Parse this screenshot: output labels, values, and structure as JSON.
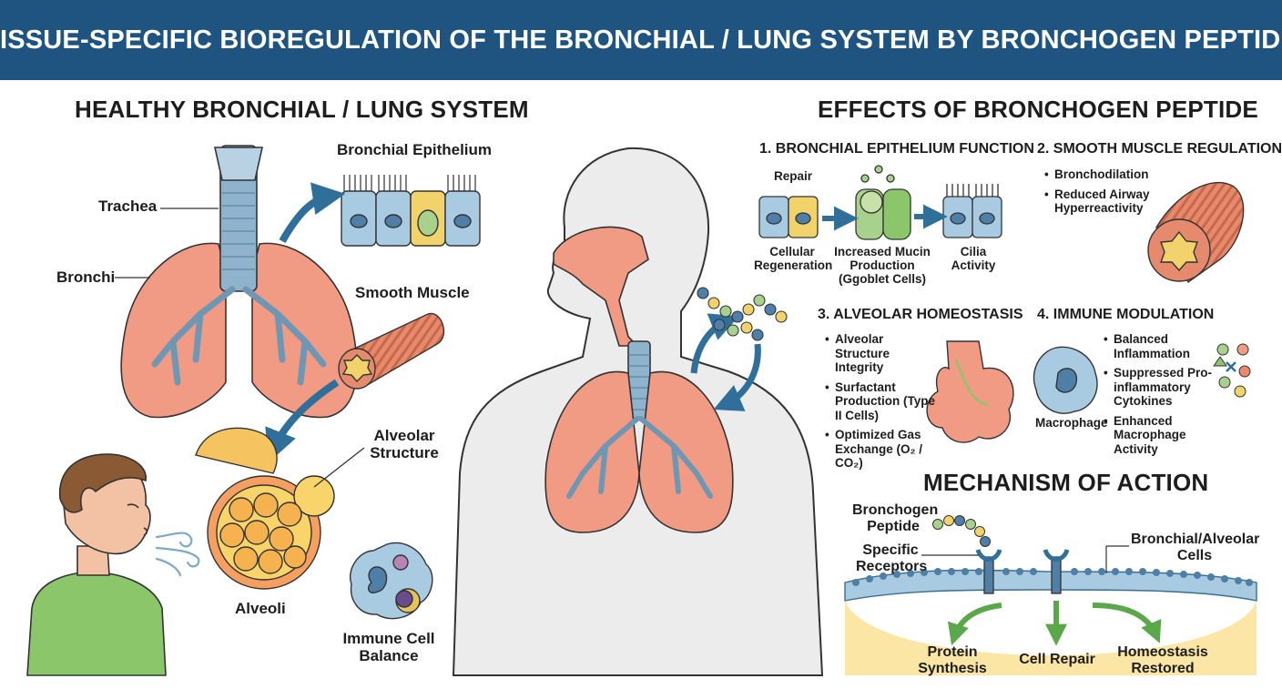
{
  "header": {
    "title": "TISSUE-SPECIFIC BIOREGULATION OF THE BRONCHIAL / LUNG SYSTEM BY BRONCHOGEN PEPTIDE"
  },
  "left": {
    "title": "HEALTHY BRONCHIAL / LUNG SYSTEM",
    "labels": {
      "trachea": "Trachea",
      "bronchi": "Bronchi",
      "bronchial_epithelium": "Bronchial Epithelium",
      "smooth_muscle": "Smooth Muscle",
      "alveolar_structure": "Alveolar Structure",
      "alveoli": "Alveoli",
      "immune_cell_balance": "Immune Cell Balance"
    }
  },
  "effects": {
    "title": "EFFECTS OF BRONCHOGEN PEPTIDE",
    "epithelium": {
      "title": "1. BRONCHIAL EPITHELIUM FUNCTION",
      "repair": "Repair",
      "cellular_regeneration": "Cellular Regeneration",
      "mucin": "Increased Mucin Production (Ggoblet Cells)",
      "cilia": "Cilia Activity"
    },
    "smooth_muscle": {
      "title": "2. SMOOTH MUSCLE REGULATION",
      "bullets": [
        "Bronchodilation",
        "Reduced Airway Hyperreactivity"
      ]
    },
    "alveolar": {
      "title": "3. ALVEOLAR HOMEOSTASIS",
      "bullets": [
        "Alveolar Structure Integrity",
        "Surfactant Production (Type II Cells)",
        "Optimized Gas Exchange (O₂ / CO₂)"
      ]
    },
    "immune": {
      "title": "4. IMMUNE MODULATION",
      "macrophage": "Macrophage",
      "bullets": [
        "Balanced Inflammation",
        "Suppressed Pro-inflammatory Cytokines",
        "Enhanced Macrophage Activity"
      ]
    }
  },
  "mechanism": {
    "title": "MECHANISM OF ACTION",
    "peptide": "Bronchogen Peptide",
    "receptors": "Specific Receptors",
    "cells": "Bronchial/Alveolar Cells",
    "protein": "Protein Synthesis",
    "repair": "Cell Repair",
    "homeostasis": "Homeostasis Restored"
  },
  "colors": {
    "banner": "#1f5480",
    "lung": "#f19b84",
    "airway": "#8fb3cc",
    "muscle": "#e58a6d",
    "cell_blue": "#a8cbe2",
    "cell_green": "#a9d18e",
    "arrow": "#2f6f9a"
  }
}
